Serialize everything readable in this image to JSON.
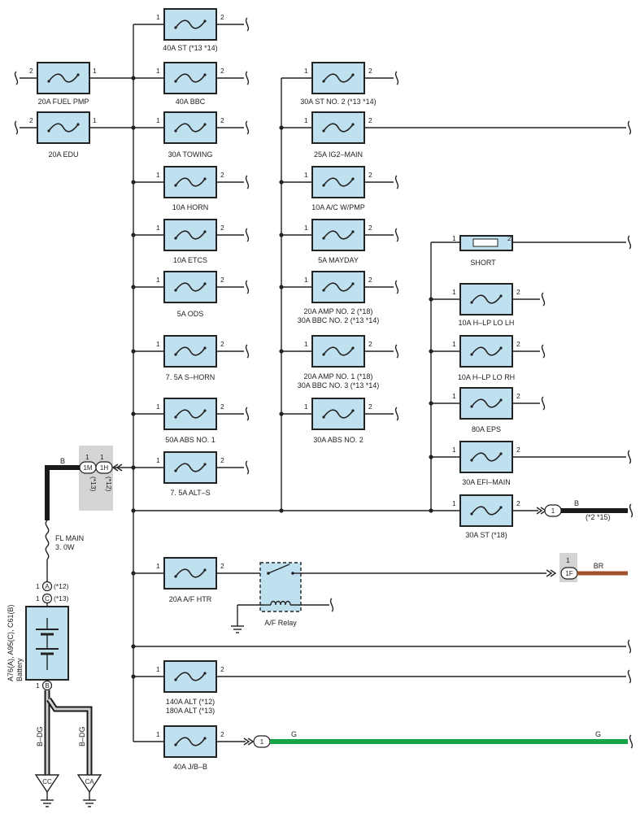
{
  "fuses": {
    "st40": {
      "label": "40A ST (*13 *14)",
      "pin_in": "1",
      "pin_out": "2"
    },
    "bbc40": {
      "label": "40A BBC",
      "pin_in": "1",
      "pin_out": "2"
    },
    "towing30": {
      "label": "30A TOWING",
      "pin_in": "1",
      "pin_out": "2"
    },
    "horn10": {
      "label": "10A HORN",
      "pin_in": "1",
      "pin_out": "2"
    },
    "etcs10": {
      "label": "10A ETCS",
      "pin_in": "1",
      "pin_out": "2"
    },
    "ods5": {
      "label": "5A ODS",
      "pin_in": "1",
      "pin_out": "2"
    },
    "shorn75": {
      "label": "7. 5A S–HORN",
      "pin_in": "1",
      "pin_out": "2"
    },
    "abs50": {
      "label": "50A ABS NO. 1",
      "pin_in": "1",
      "pin_out": "2"
    },
    "alts75": {
      "label": "7. 5A ALT–S",
      "pin_in": "1",
      "pin_out": "2"
    },
    "fuelpmp20": {
      "label": "20A FUEL PMP",
      "pin_in": "2",
      "pin_out": "1"
    },
    "edu20": {
      "label": "20A EDU",
      "pin_in": "2",
      "pin_out": "1"
    },
    "st2_30": {
      "label": "30A ST NO. 2 (*13 *14)",
      "pin_in": "1",
      "pin_out": "2"
    },
    "ig2main25": {
      "label": "25A IG2–MAIN",
      "pin_in": "1",
      "pin_out": "2"
    },
    "acwpmp10": {
      "label": "10A A/C W/PMP",
      "pin_in": "1",
      "pin_out": "2"
    },
    "mayday5": {
      "label": "5A MAYDAY",
      "pin_in": "1",
      "pin_out": "2"
    },
    "amp2": {
      "label1": "20A AMP NO. 2 (*18)",
      "label2": "30A BBC NO. 2 (*13 *14)",
      "pin_in": "1",
      "pin_out": "2"
    },
    "amp1": {
      "label1": "20A AMP NO. 1 (*18)",
      "label2": "30A BBC NO. 3 (*13 *14)",
      "pin_in": "1",
      "pin_out": "2"
    },
    "abs2_30": {
      "label": "30A ABS NO. 2",
      "pin_in": "1",
      "pin_out": "2"
    },
    "short": {
      "label": "SHORT",
      "pin_in": "1",
      "pin_out": "2"
    },
    "hlplh10": {
      "label": "10A H–LP LO LH",
      "pin_in": "1",
      "pin_out": "2"
    },
    "hlprh10": {
      "label": "10A H–LP LO RH",
      "pin_in": "1",
      "pin_out": "2"
    },
    "eps80": {
      "label": "80A EPS",
      "pin_in": "1",
      "pin_out": "2"
    },
    "efimain30": {
      "label": "30A EFI–MAIN",
      "pin_in": "1",
      "pin_out": "2"
    },
    "st30": {
      "label": "30A ST (*18)",
      "pin_in": "1",
      "pin_out": "2"
    },
    "afhtr20": {
      "label": "20A A/F HTR",
      "pin_in": "1",
      "pin_out": "2"
    },
    "alt140": {
      "label1": "140A ALT (*12)",
      "label2": "180A ALT (*13)",
      "pin_in": "1",
      "pin_out": "2"
    },
    "jbb40": {
      "label": "40A J/B–B",
      "pin_in": "1",
      "pin_out": "2"
    }
  },
  "relay": {
    "label": "A/F Relay"
  },
  "fl_main": {
    "line1": "FL MAIN",
    "line2": "3. 0W"
  },
  "battery": {
    "label": "Battery",
    "part": "A76(A), A95(C), C61(B)"
  },
  "battery_conn": {
    "a_pin": "1",
    "a_letter": "A",
    "a_note": "(*12)",
    "c_pin": "1",
    "c_letter": "C",
    "c_note": "(*13)",
    "b_pin": "1",
    "b_letter": "B"
  },
  "splice": {
    "pin_1m": "1",
    "id_1m": "1M",
    "note_1m": "(*13)",
    "pin_1h": "1",
    "id_1h": "1H",
    "note_1h": "(*12)"
  },
  "st_out": {
    "conn": "1",
    "color": "B",
    "note": "(*2 *15)"
  },
  "conn_1f": {
    "pin": "1",
    "id": "1F",
    "color": "BR"
  },
  "jbb_out": {
    "conn": "1",
    "color_left": "G",
    "color_right": "G"
  },
  "wires": {
    "main_color": "B",
    "ground_left_color": "B–DG",
    "ground_right_color": "B–DG"
  },
  "grounds": {
    "left": "CC",
    "right": "CA"
  },
  "colors": {
    "fuse_fill": "#bfe0ef",
    "relay_fill": "#bfe0ef",
    "wire_black": "#1a1a1a",
    "wire_green": "#16a34a",
    "wire_brown": "#a0522d",
    "wire_gray": "#cfcfcf",
    "splice_bg": "#d4d4d4"
  }
}
